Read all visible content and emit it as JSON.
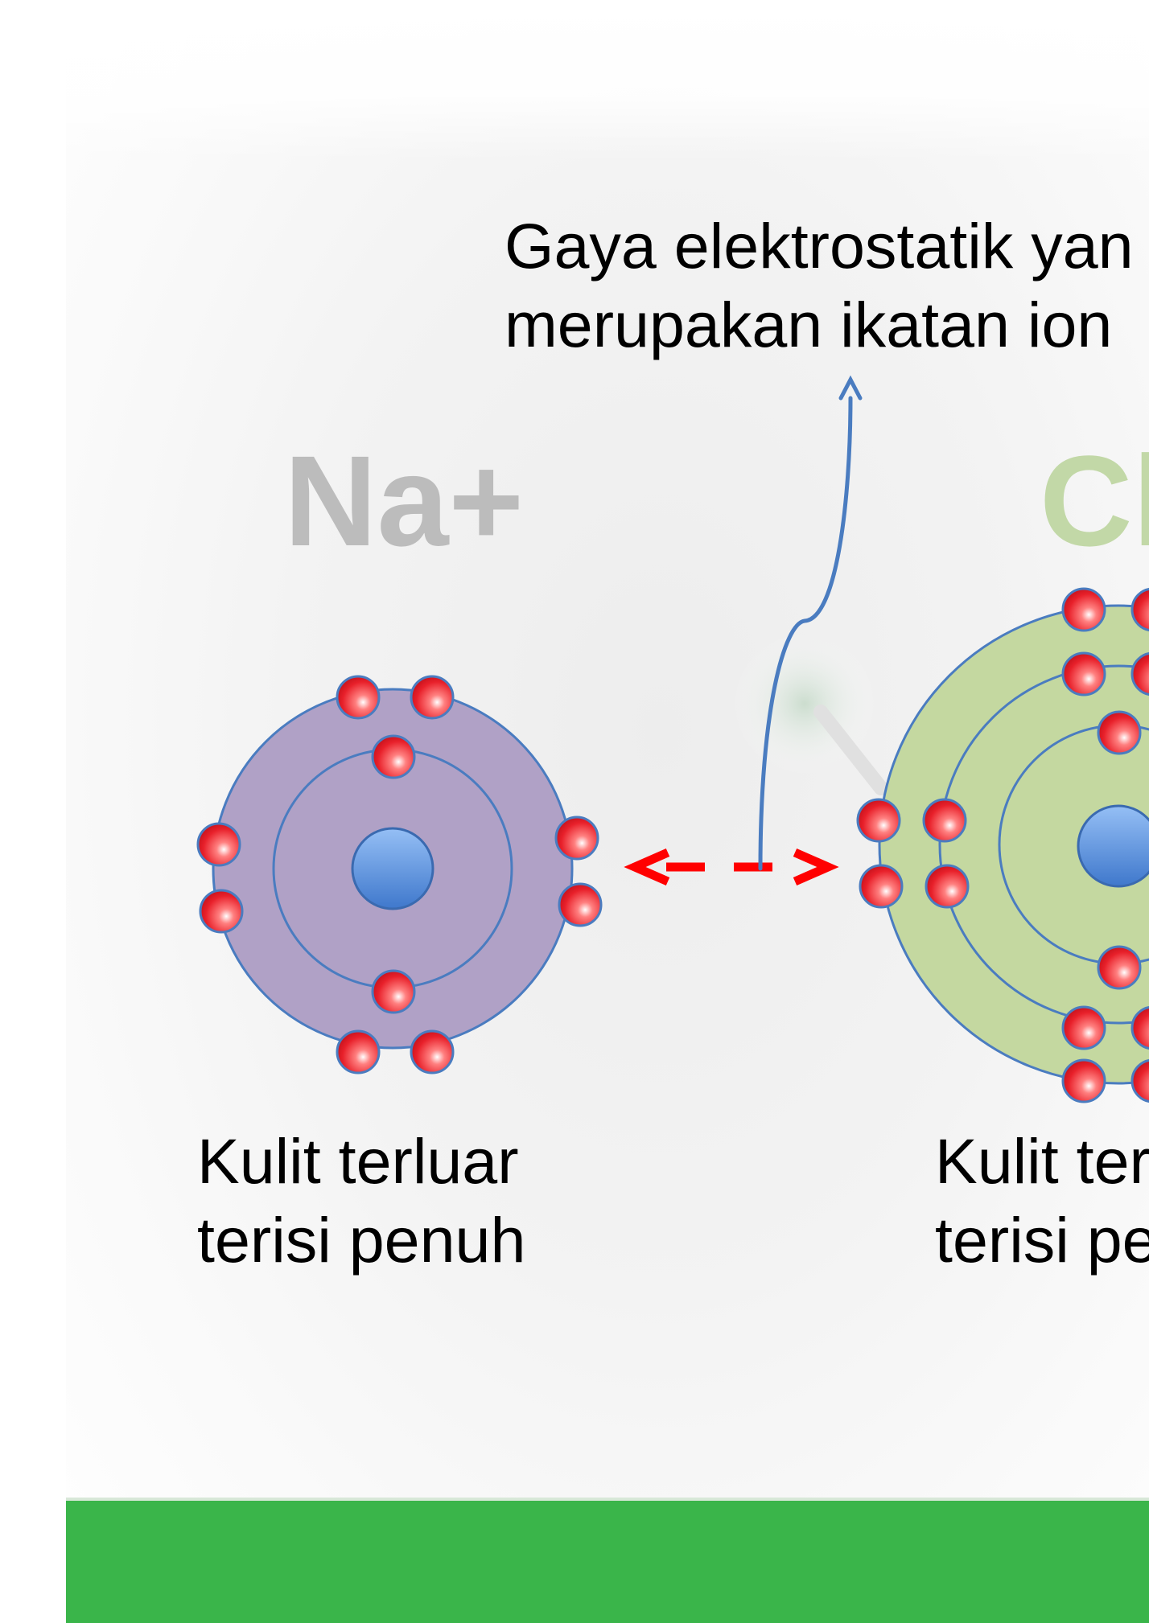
{
  "caption": {
    "line1": "Gaya elektrostatik yan",
    "line2": "merupakan ikatan ion"
  },
  "ions": {
    "na": {
      "label": "Na+",
      "color": "#bcbcbc",
      "shell_color": "#b0a1c6"
    },
    "cl": {
      "label": "Cl",
      "color": "#c2d8a7",
      "shell_color": "#c4d8a0"
    }
  },
  "shell_labels": {
    "na": {
      "line1": "Kulit terluar",
      "line2": "terisi penuh"
    },
    "cl": {
      "line1": "Kulit ter",
      "line2": "terisi pe"
    }
  },
  "colors": {
    "nucleus": "#5b8fd6",
    "electron": "#e8202a",
    "attraction_arrow": "#ff0000",
    "pointer_line": "#4a7cc0",
    "footer": "#3ab54a"
  }
}
